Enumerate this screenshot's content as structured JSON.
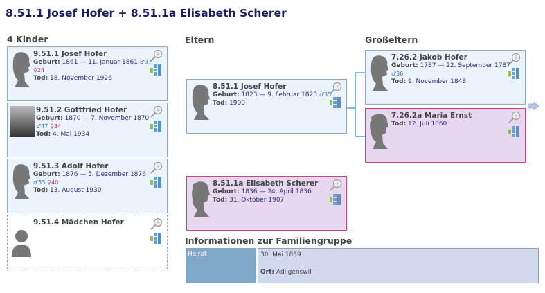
{
  "title": "8.51.1 Josef Hofer + 8.51.1a Elisabeth Scherer",
  "sections": {
    "children": "4 Kinder",
    "parents": "Eltern",
    "grandparents": "Großeltern",
    "info": "Informationen zur Familiengruppe"
  },
  "labels": {
    "birth": "Geburt:",
    "death": "Tod:",
    "place": "Ort:"
  },
  "children": [
    {
      "name": "9.51.1 Josef Hofer",
      "birth": "1861 — 11. Januar 1861",
      "father_age": "♂37",
      "mother_age": "♀24",
      "death": "18. November 1926"
    },
    {
      "name": "9.51.2 Gottfried Hofer",
      "birth": "1870 — 7. November 1870",
      "father_age": "♂47",
      "mother_age": "♀34",
      "death": "4. Mai 1934"
    },
    {
      "name": "9.51.3 Adolf Hofer",
      "birth": "1876 — 5. Dezember 1876",
      "father_age": "♂53",
      "mother_age": "♀40",
      "death": "13. August 1930"
    },
    {
      "name": "9.51.4 Mädchen Hofer"
    }
  ],
  "parents": {
    "father": {
      "name": "8.51.1 Josef Hofer",
      "birth": "1823 — 9. Februar 1823",
      "father_age": "♂35",
      "death": "1900"
    },
    "mother": {
      "name": "8.51.1a Elisabeth Scherer",
      "birth": "1836 — 24. April 1836",
      "death": "31. Oktober 1907"
    }
  },
  "grandparents": {
    "father": {
      "name": "7.26.2 Jakob Hofer",
      "birth": "1787 — 22. September 1787",
      "father_age": "♂36",
      "death": "9. November 1848"
    },
    "mother": {
      "name": "7.26.2a Maria Ernst",
      "death": "12. Juli 1860"
    }
  },
  "family_info": {
    "event": "Heirat",
    "date": "30. Mai 1859",
    "place": "Adligenswil"
  }
}
